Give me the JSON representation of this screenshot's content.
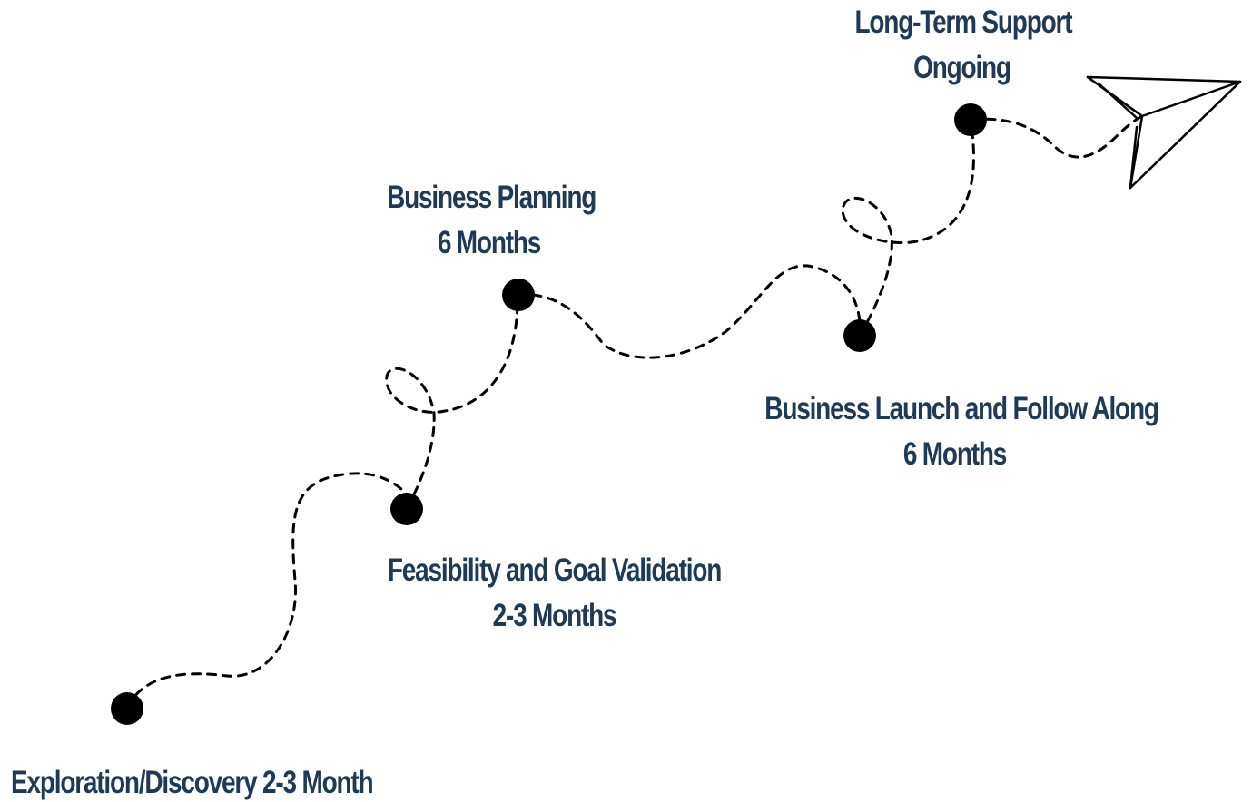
{
  "colors": {
    "label_text": "#1f3a57",
    "path": "#000000",
    "milestone_dot": "#000000"
  },
  "icons": {
    "end": "paper-plane-icon"
  },
  "milestones": [
    {
      "title": "Exploration/Discovery 2-3 Month",
      "duration": ""
    },
    {
      "title": "Feasibility and Goal Validation",
      "duration": "2-3 Months"
    },
    {
      "title": "Business Planning",
      "duration": "6 Months"
    },
    {
      "title": "Business Launch and Follow Along",
      "duration": "6 Months"
    },
    {
      "title": "Long-Term Support",
      "duration": "Ongoing"
    }
  ]
}
